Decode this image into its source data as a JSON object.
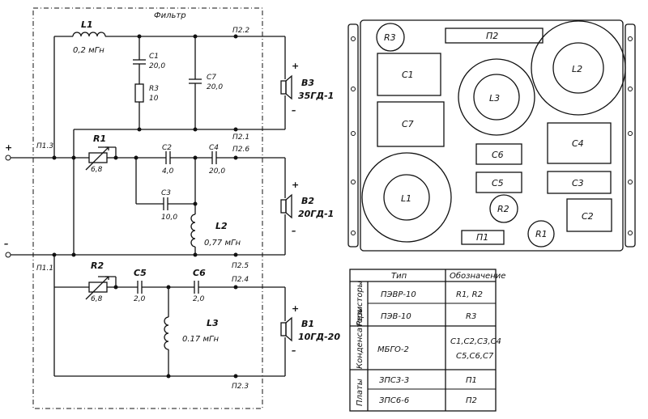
{
  "schematic": {
    "frame_title": "Фильтр",
    "terminal_plus": "+",
    "terminal_minus": "–",
    "nodes": {
      "p13": "П1.3",
      "p11": "П1.1",
      "p22": "П2.2",
      "p21": "П2.1",
      "p26": "П2.6",
      "p25": "П2.5",
      "p24": "П2.4",
      "p23": "П2.3"
    },
    "components": {
      "L1": {
        "name": "L1",
        "value": "0,2 мГн"
      },
      "C1": {
        "name": "C1",
        "value": "20,0"
      },
      "R3": {
        "name": "R3",
        "value": "10"
      },
      "C7": {
        "name": "C7",
        "value": "20,0"
      },
      "R1": {
        "name": "R1",
        "value": "6,8"
      },
      "C2": {
        "name": "C2",
        "value": "4,0"
      },
      "C4": {
        "name": "C4",
        "value": "20,0"
      },
      "C3": {
        "name": "C3",
        "value": "10,0"
      },
      "L2": {
        "name": "L2",
        "value": "0,77 мГн"
      },
      "R2": {
        "name": "R2",
        "value": "6,8"
      },
      "C5": {
        "name": "C5",
        "value": "2,0"
      },
      "C6": {
        "name": "C6",
        "value": "2,0"
      },
      "L3": {
        "name": "L3",
        "value": "0.17 мГн"
      }
    },
    "speakers": {
      "B3": {
        "name": "B3",
        "type": "35ГД-1"
      },
      "B2": {
        "name": "B2",
        "type": "20ГД-1"
      },
      "B1": {
        "name": "B1",
        "type": "10ГД-20"
      }
    },
    "polarity_plus": "+",
    "polarity_minus": "–"
  },
  "board": {
    "parts": {
      "R3": "R3",
      "P2": "П2",
      "C1": "C1",
      "L2": "L2",
      "L3": "L3",
      "C7": "C7",
      "C6": "C6",
      "C4": "C4",
      "C5": "C5",
      "C3": "C3",
      "L1": "L1",
      "R2": "R2",
      "C2": "C2",
      "R1": "R1",
      "P1": "П1"
    }
  },
  "table": {
    "headers": [
      "Тип",
      "Обозначение"
    ],
    "groups": [
      "Резисторы",
      "Конденсаторы",
      "Платы"
    ],
    "rows": [
      {
        "type": "ПЭВР-10",
        "designation": "R1, R2"
      },
      {
        "type": "ПЭВ-10",
        "designation": "R3"
      },
      {
        "type": "МБГО-2",
        "designation": "C1,C2,C3,C4",
        "designation2": "C5,C6,C7"
      },
      {
        "type": "ЗПС3-3",
        "designation": "П1"
      },
      {
        "type": "ЗПС6-6",
        "designation": "П2"
      }
    ]
  }
}
